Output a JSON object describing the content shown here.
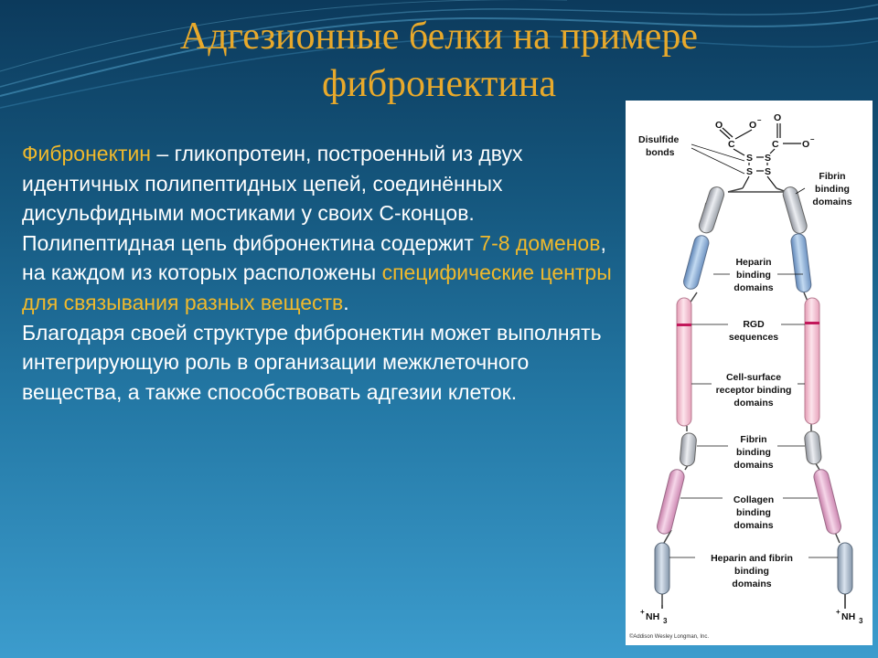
{
  "slide": {
    "title_line1": "Адгезионные белки на примере",
    "title_line2": "фибронектина"
  },
  "body": {
    "p1_highlight": "Фибронектин",
    "p1_text": " – гликопротеин, построенный из двух идентичных полипептидных цепей, соединённых дисульфидными мостиками у своих С-концов.",
    "p2_text_a": "Полипептидная цепь фибронектина содержит ",
    "p2_highlight_a": "7-8 доменов",
    "p2_text_b": ", на каждом из которых расположены ",
    "p2_highlight_b": "специфические центры для связывания разных веществ",
    "p2_text_c": ".",
    "p3_text": "Благодаря своей структуре фибронектин может выполнять интегрирующую роль в организации межклеточного вещества, а также способствовать адгезии клеток."
  },
  "figure": {
    "disulfide_label_1": "Disulfide",
    "disulfide_label_2": "bonds",
    "atom_o1": "O",
    "atom_o2": "O",
    "atom_o3": "O",
    "atom_o4": "O",
    "atom_c1": "C",
    "atom_c2": "C",
    "atom_s1": "S",
    "atom_s2": "S",
    "atom_s3": "S",
    "atom_s4": "S",
    "minus1": "–",
    "minus2": "–",
    "fibrin1_l1": "Fibrin",
    "fibrin1_l2": "binding",
    "fibrin1_l3": "domains",
    "heparin_l1": "Heparin",
    "heparin_l2": "binding",
    "heparin_l3": "domains",
    "rgd_l1": "RGD",
    "rgd_l2": "sequences",
    "cell_l1": "Cell-surface",
    "cell_l2": "receptor binding",
    "cell_l3": "domains",
    "fibrin2_l1": "Fibrin",
    "fibrin2_l2": "binding",
    "fibrin2_l3": "domains",
    "collagen_l1": "Collagen",
    "collagen_l2": "binding",
    "collagen_l3": "domains",
    "hepfib_l1": "Heparin and fibrin",
    "hepfib_l2": "binding",
    "hepfib_l3": "domains",
    "nh3_plus": "+",
    "nh3_text": "NH",
    "nh3_sub": "3",
    "copyright": "©Addison Wesley Longman, Inc.",
    "colors": {
      "gray": "#c8cbd3",
      "blue": "#8fb4d9",
      "pink": "#f4c3d2",
      "mauve": "#e3a9cc",
      "rgd_band": "#c2185b"
    }
  }
}
